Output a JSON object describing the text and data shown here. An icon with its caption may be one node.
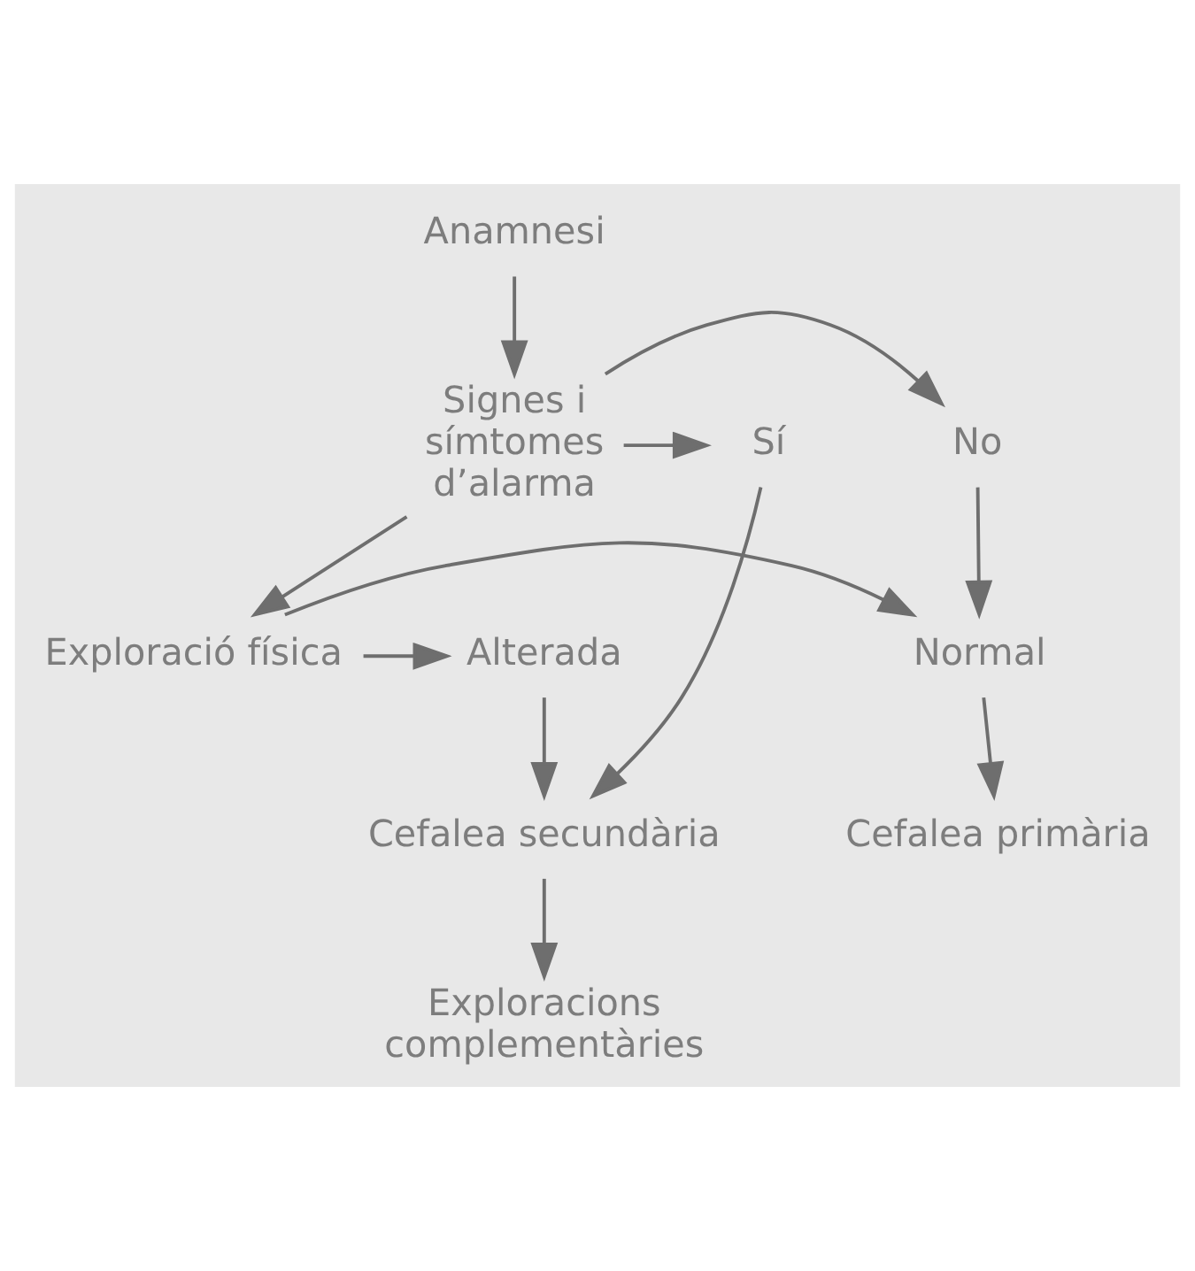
{
  "diagram": {
    "nodes": [
      {
        "text": [
          "Anamnesi"
        ]
      },
      {
        "text": [
          "Signes i símtomes d’alarma"
        ]
      },
      {
        "text": [
          "No"
        ]
      },
      {
        "text": [
          "Sí"
        ]
      },
      {
        "text": [
          "Exploració física"
        ]
      },
      {
        "text": [
          "Normal"
        ]
      },
      {
        "text": [
          "Alterada"
        ]
      },
      {
        "text": [
          "Cefalea primària"
        ]
      },
      {
        "text": [
          "Cefalea secundària"
        ]
      },
      {
        "text": [
          "Exploracions complementàries"
        ]
      }
    ],
    "edges": [
      {
        "from": 0,
        "to": 1,
        "arrow": "to"
      },
      {
        "from": 1,
        "to": 2,
        "arrow": "to"
      },
      {
        "from": 1,
        "to": 3,
        "arrow": "to"
      },
      {
        "from": 1,
        "to": 4,
        "arrow": "to"
      },
      {
        "from": 2,
        "to": 5,
        "arrow": "to"
      },
      {
        "from": 4,
        "to": 5,
        "arrow": "to"
      },
      {
        "from": 4,
        "to": 6,
        "arrow": "to"
      },
      {
        "from": 5,
        "to": 7,
        "arrow": "to"
      },
      {
        "from": 6,
        "to": 8,
        "arrow": "to"
      },
      {
        "from": 3,
        "to": 8,
        "arrow": "to"
      },
      {
        "from": 8,
        "to": 9,
        "arrow": "to"
      }
    ]
  }
}
